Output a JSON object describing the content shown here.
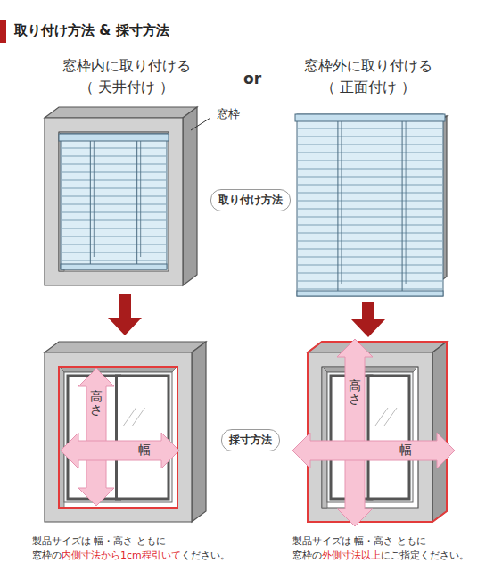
{
  "diagram": {
    "title": "取り付け方法 & 採寸方法",
    "nodes": [
      {
        "text": [
          "取り付け方法"
        ]
      },
      {
        "text": [
          "採寸方法"
        ]
      }
    ],
    "labels": [
      "窓枠内に取り付ける",
      "（ 天井付け ）",
      "or",
      "窓枠外に取り付ける",
      "（ 正面付け ）",
      "窓枠",
      "高さ",
      "幅",
      "高さ",
      "幅",
      "製品サイズは 幅・高さ ともに",
      "窓枠の",
      "内側寸法から1cm程引いて",
      "ください。",
      "製品サイズは 幅・高さ ともに",
      "窓枠の",
      "外側寸法以上",
      "にご指定ください。"
    ]
  }
}
